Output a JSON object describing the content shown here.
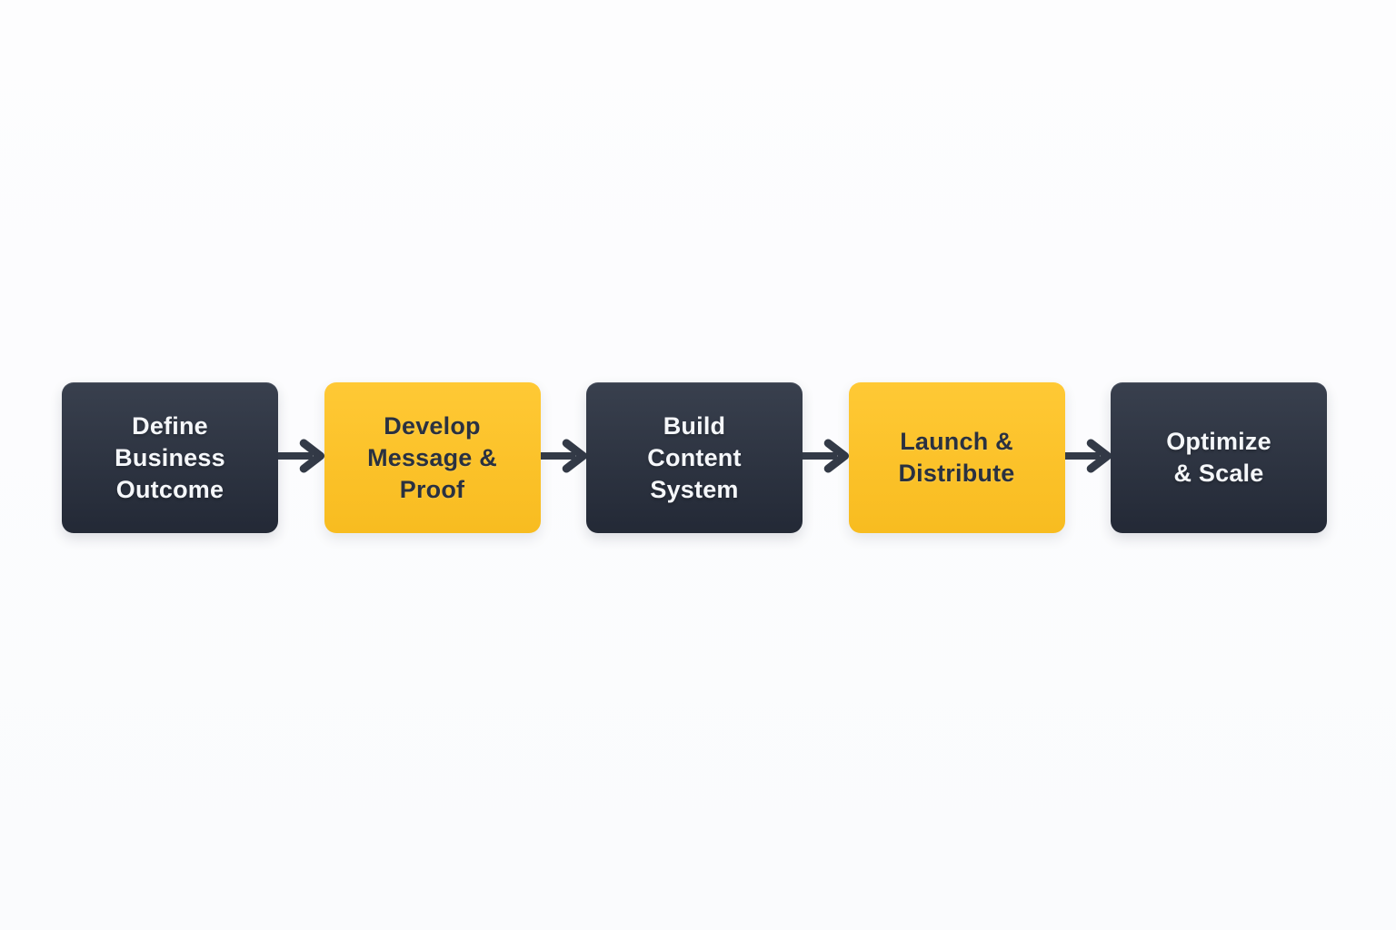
{
  "page": {
    "background": "#fbfcfe",
    "description": "Five-step process flow diagram connected by right arrows"
  },
  "colors": {
    "page_bg": "#fbfcfe",
    "dark_box_top": "#39404e",
    "dark_box_bottom": "#232936",
    "yellow_box_top": "#ffc935",
    "yellow_box_bottom": "#f8bc20",
    "arrow": "#333a47",
    "text_on_dark": "#f5f7fa",
    "text_on_yellow": "#2a3140"
  },
  "diagram": {
    "steps": [
      {
        "label": "Define\nBusiness\nOutcome",
        "variant": "dark"
      },
      {
        "label": "Develop\nMessage &\nProof",
        "variant": "yellow"
      },
      {
        "label": "Build\nContent\nSystem",
        "variant": "dark"
      },
      {
        "label": "Launch &\nDistribute",
        "variant": "yellow"
      },
      {
        "label": "Optimize\n& Scale",
        "variant": "dark"
      }
    ],
    "connector": "arrow-right"
  }
}
